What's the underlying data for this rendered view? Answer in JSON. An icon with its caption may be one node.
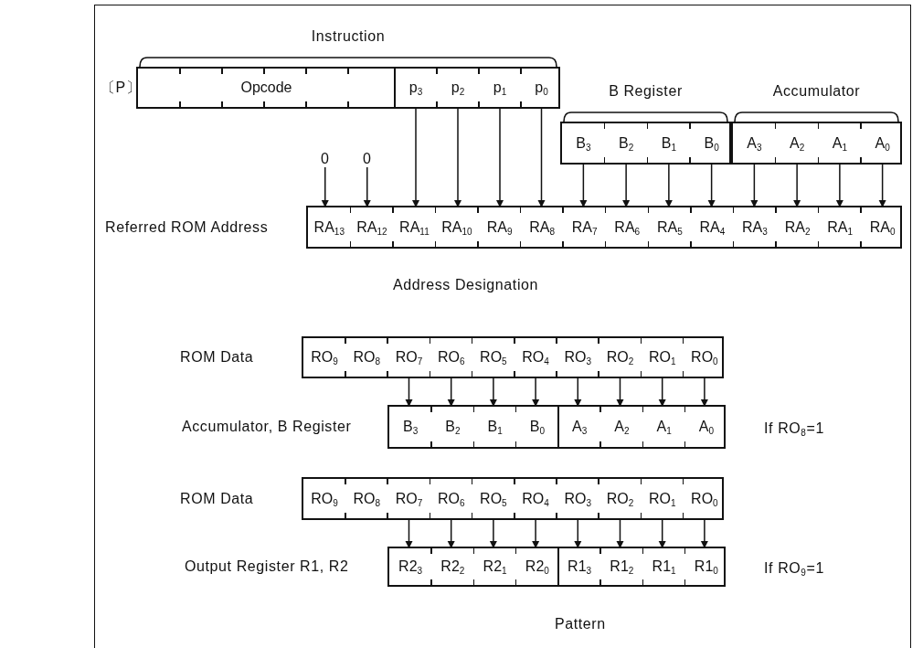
{
  "diagram": {
    "nodes": [
      {
        "text": [
          "Instruction"
        ],
        "beside": [
          "〔P〕"
        ]
      },
      {
        "text": [
          "Opcode"
        ],
        "in": 0
      },
      {
        "text": [
          "p$_{3}$"
        ],
        "in": 0
      },
      {
        "text": [
          "p$_{2}$"
        ],
        "in": 0
      },
      {
        "text": [
          "p$_{1}$"
        ],
        "in": 0
      },
      {
        "text": [
          "p$_{0}$"
        ],
        "in": 0
      },
      {
        "text": [
          "B Register"
        ]
      },
      {
        "text": [
          "B$_{3}$"
        ],
        "in": 6
      },
      {
        "text": [
          "B$_{2}$"
        ],
        "in": 6
      },
      {
        "text": [
          "B$_{1}$"
        ],
        "in": 6
      },
      {
        "text": [
          "B$_{0}$"
        ],
        "in": 6
      },
      {
        "text": [
          "Accumulator"
        ]
      },
      {
        "text": [
          "A$_{3}$"
        ],
        "in": 11
      },
      {
        "text": [
          "A$_{2}$"
        ],
        "in": 11
      },
      {
        "text": [
          "A$_{1}$"
        ],
        "in": 11
      },
      {
        "text": [
          "A$_{0}$"
        ],
        "in": 11
      },
      {
        "text": [
          "0"
        ]
      },
      {
        "text": [
          "0"
        ]
      },
      {
        "text": [
          "Referred ROM Address"
        ]
      },
      {
        "text": [
          "RA$_{13}$"
        ],
        "in": 18
      },
      {
        "text": [
          "RA$_{12}$"
        ],
        "in": 18
      },
      {
        "text": [
          "RA$_{11}$"
        ],
        "in": 18
      },
      {
        "text": [
          "RA$_{10}$"
        ],
        "in": 18
      },
      {
        "text": [
          "RA$_{9}$"
        ],
        "in": 18
      },
      {
        "text": [
          "RA$_{8}$"
        ],
        "in": 18
      },
      {
        "text": [
          "RA$_{7}$"
        ],
        "in": 18
      },
      {
        "text": [
          "RA$_{6}$"
        ],
        "in": 18
      },
      {
        "text": [
          "RA$_{5}$"
        ],
        "in": 18
      },
      {
        "text": [
          "RA$_{4}$"
        ],
        "in": 18
      },
      {
        "text": [
          "RA$_{3}$"
        ],
        "in": 18
      },
      {
        "text": [
          "RA$_{2}$"
        ],
        "in": 18
      },
      {
        "text": [
          "RA$_{1}$"
        ],
        "in": 18
      },
      {
        "text": [
          "RA$_{0}$"
        ],
        "in": 18
      },
      {
        "text": [
          "ROM Data"
        ]
      },
      {
        "text": [
          "RO$_{9}$"
        ],
        "in": 33
      },
      {
        "text": [
          "RO$_{8}$"
        ],
        "in": 33
      },
      {
        "text": [
          "RO$_{7}$"
        ],
        "in": 33
      },
      {
        "text": [
          "RO$_{6}$"
        ],
        "in": 33
      },
      {
        "text": [
          "RO$_{5}$"
        ],
        "in": 33
      },
      {
        "text": [
          "RO$_{4}$"
        ],
        "in": 33
      },
      {
        "text": [
          "RO$_{3}$"
        ],
        "in": 33
      },
      {
        "text": [
          "RO$_{2}$"
        ],
        "in": 33
      },
      {
        "text": [
          "RO$_{1}$"
        ],
        "in": 33
      },
      {
        "text": [
          "RO$_{0}$"
        ],
        "in": 33
      },
      {
        "text": [
          "Accumulator, B Register"
        ]
      },
      {
        "text": [
          "B$_{3}$"
        ],
        "in": 44
      },
      {
        "text": [
          "B$_{2}$"
        ],
        "in": 44
      },
      {
        "text": [
          "B$_{1}$"
        ],
        "in": 44
      },
      {
        "text": [
          "B$_{0}$"
        ],
        "in": 44
      },
      {
        "text": [
          "A$_{3}$"
        ],
        "in": 44
      },
      {
        "text": [
          "A$_{2}$"
        ],
        "in": 44
      },
      {
        "text": [
          "A$_{1}$"
        ],
        "in": 44
      },
      {
        "text": [
          "A$_{0}$"
        ],
        "in": 44
      },
      {
        "text": [
          "ROM Data"
        ]
      },
      {
        "text": [
          "RO$_{9}$"
        ],
        "in": 53
      },
      {
        "text": [
          "RO$_{8}$"
        ],
        "in": 53
      },
      {
        "text": [
          "RO$_{7}$"
        ],
        "in": 53
      },
      {
        "text": [
          "RO$_{6}$"
        ],
        "in": 53
      },
      {
        "text": [
          "RO$_{5}$"
        ],
        "in": 53
      },
      {
        "text": [
          "RO$_{4}$"
        ],
        "in": 53
      },
      {
        "text": [
          "RO$_{3}$"
        ],
        "in": 53
      },
      {
        "text": [
          "RO$_{2}$"
        ],
        "in": 53
      },
      {
        "text": [
          "RO$_{1}$"
        ],
        "in": 53
      },
      {
        "text": [
          "RO$_{0}$"
        ],
        "in": 53
      },
      {
        "text": [
          "Output Register R1, R2"
        ]
      },
      {
        "text": [
          "R2$_{3}$"
        ],
        "in": 64
      },
      {
        "text": [
          "R2$_{2}$"
        ],
        "in": 64
      },
      {
        "text": [
          "R2$_{1}$"
        ],
        "in": 64
      },
      {
        "text": [
          "R2$_{0}$"
        ],
        "in": 64
      },
      {
        "text": [
          "R1$_{3}$"
        ],
        "in": 64
      },
      {
        "text": [
          "R1$_{2}$"
        ],
        "in": 64
      },
      {
        "text": [
          "R1$_{1}$"
        ],
        "in": 64
      },
      {
        "text": [
          "R1$_{0}$"
        ],
        "in": 64
      }
    ],
    "edges": [
      {
        "from": 16,
        "to": 19,
        "arrow": "to"
      },
      {
        "from": 17,
        "to": 20,
        "arrow": "to"
      },
      {
        "from": 2,
        "to": 21,
        "arrow": "to"
      },
      {
        "from": 3,
        "to": 22,
        "arrow": "to"
      },
      {
        "from": 4,
        "to": 23,
        "arrow": "to"
      },
      {
        "from": 5,
        "to": 24,
        "arrow": "to"
      },
      {
        "from": 7,
        "to": 25,
        "arrow": "to"
      },
      {
        "from": 8,
        "to": 26,
        "arrow": "to"
      },
      {
        "from": 9,
        "to": 27,
        "arrow": "to"
      },
      {
        "from": 10,
        "to": 28,
        "arrow": "to"
      },
      {
        "from": 12,
        "to": 29,
        "arrow": "to"
      },
      {
        "from": 13,
        "to": 30,
        "arrow": "to"
      },
      {
        "from": 14,
        "to": 31,
        "arrow": "to"
      },
      {
        "from": 15,
        "to": 32,
        "arrow": "to"
      },
      {
        "from": 36,
        "to": 45,
        "arrow": "to"
      },
      {
        "from": 37,
        "to": 46,
        "arrow": "to"
      },
      {
        "from": 38,
        "to": 47,
        "arrow": "to"
      },
      {
        "from": 39,
        "to": 48,
        "arrow": "to"
      },
      {
        "from": 40,
        "to": 49,
        "arrow": "to"
      },
      {
        "from": 41,
        "to": 50,
        "arrow": "to"
      },
      {
        "from": 42,
        "to": 51,
        "arrow": "to"
      },
      {
        "from": 43,
        "to": 52,
        "arrow": "to"
      },
      {
        "from": 56,
        "to": 65,
        "arrow": "to"
      },
      {
        "from": 57,
        "to": 66,
        "arrow": "to"
      },
      {
        "from": 58,
        "to": 67,
        "arrow": "to"
      },
      {
        "from": 59,
        "to": 68,
        "arrow": "to"
      },
      {
        "from": 60,
        "to": 69,
        "arrow": "to"
      },
      {
        "from": 61,
        "to": 70,
        "arrow": "to"
      },
      {
        "from": 62,
        "to": 71,
        "arrow": "to"
      },
      {
        "from": 63,
        "to": 72,
        "arrow": "to"
      }
    ],
    "labels": [
      "Address Designation",
      "If RO$_{8}$=1",
      "If RO$_{9}$=1",
      "Pattern"
    ]
  }
}
